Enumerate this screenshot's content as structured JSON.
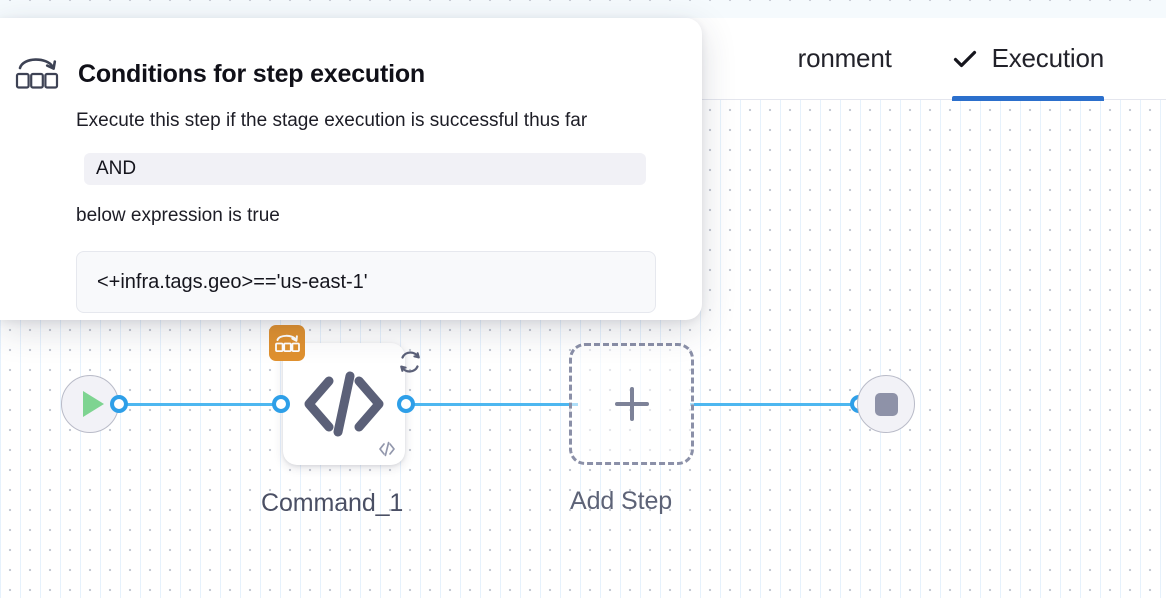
{
  "tabs": [
    {
      "id": "environment",
      "label": "ronment",
      "icon": "",
      "active": false
    },
    {
      "id": "execution",
      "label": "Execution",
      "icon": "check-icon",
      "active": true
    }
  ],
  "panel": {
    "icon": "conditional-execution-icon",
    "title": "Conditions for step execution",
    "description": "Execute this step if the stage execution is successful thus far",
    "condition_operator": "AND",
    "sub_description": "below expression is true",
    "expression": "<+infra.tags.geo>=='us-east-1'"
  },
  "flow": {
    "start_node": {
      "name": "start-node",
      "icon": "play-icon"
    },
    "end_node": {
      "name": "end-node",
      "icon": "stop-icon"
    },
    "command_node": {
      "label": "Command_1",
      "badge_icon": "conditional-execution-icon",
      "loop_icon": "loop-strategy-icon",
      "main_icon": "code-icon",
      "corner_icon": "code-small-icon"
    },
    "add_step_node": {
      "label": "Add Step",
      "icon": "plus-icon"
    }
  },
  "colors": {
    "accent_blue": "#2b6fcc",
    "connector_blue": "#4db7f0",
    "port_blue": "#2e9fe8",
    "badge_orange": "#e0912f",
    "play_green": "#7ed491",
    "node_gray": "#8e92a8",
    "dashed_border": "#8b90a8"
  }
}
